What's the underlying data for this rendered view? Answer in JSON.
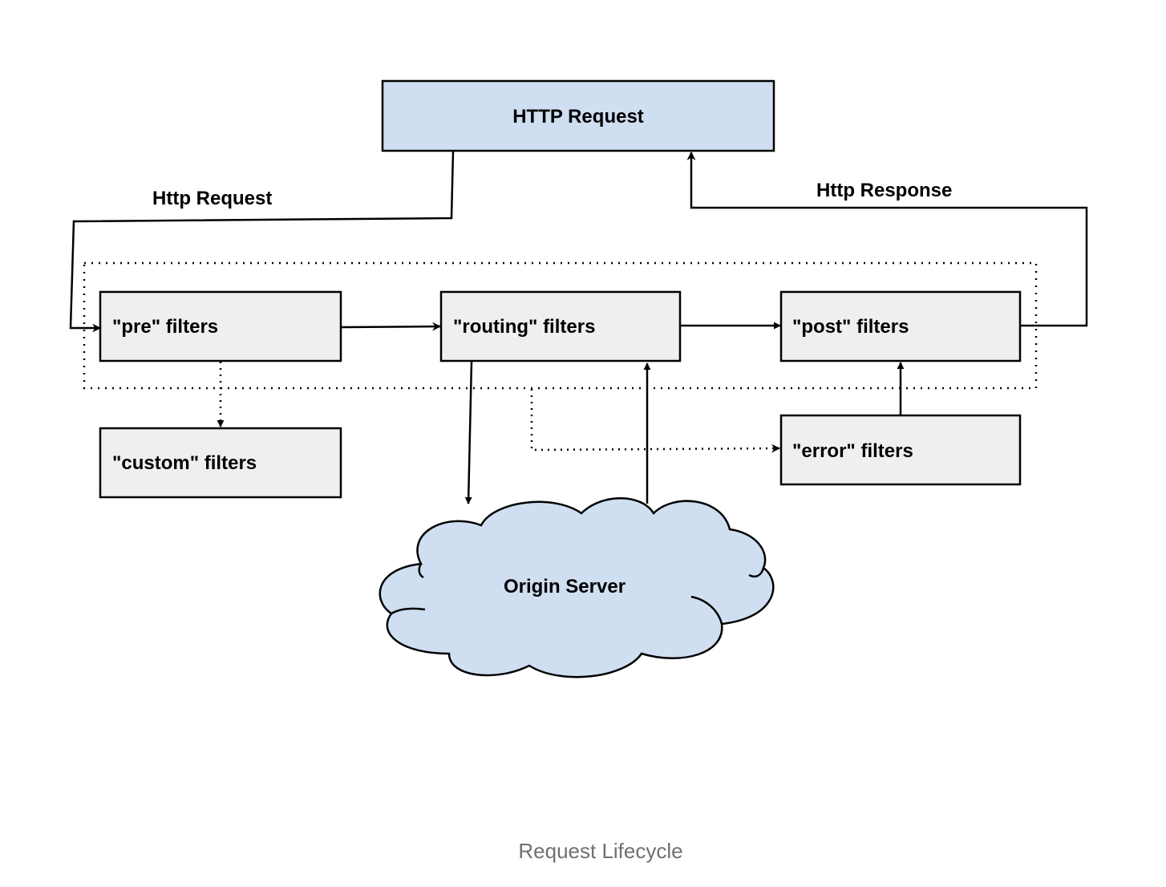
{
  "diagram": {
    "nodes": {
      "http_request": "HTTP Request",
      "pre_filters": "\"pre\" filters",
      "routing_filters": "\"routing\" filters",
      "post_filters": "\"post\" filters",
      "custom_filters": "\"custom\" filters",
      "error_filters": "\"error\" filters",
      "origin_server": "Origin Server"
    },
    "edges": {
      "http_request_label": "Http Request",
      "http_response_label": "Http Response"
    }
  },
  "caption": "Request Lifecycle",
  "colors": {
    "accent_fill": "#cfdff1",
    "filter_fill": "#efefef",
    "stroke": "#000000",
    "caption_text": "#707070"
  }
}
